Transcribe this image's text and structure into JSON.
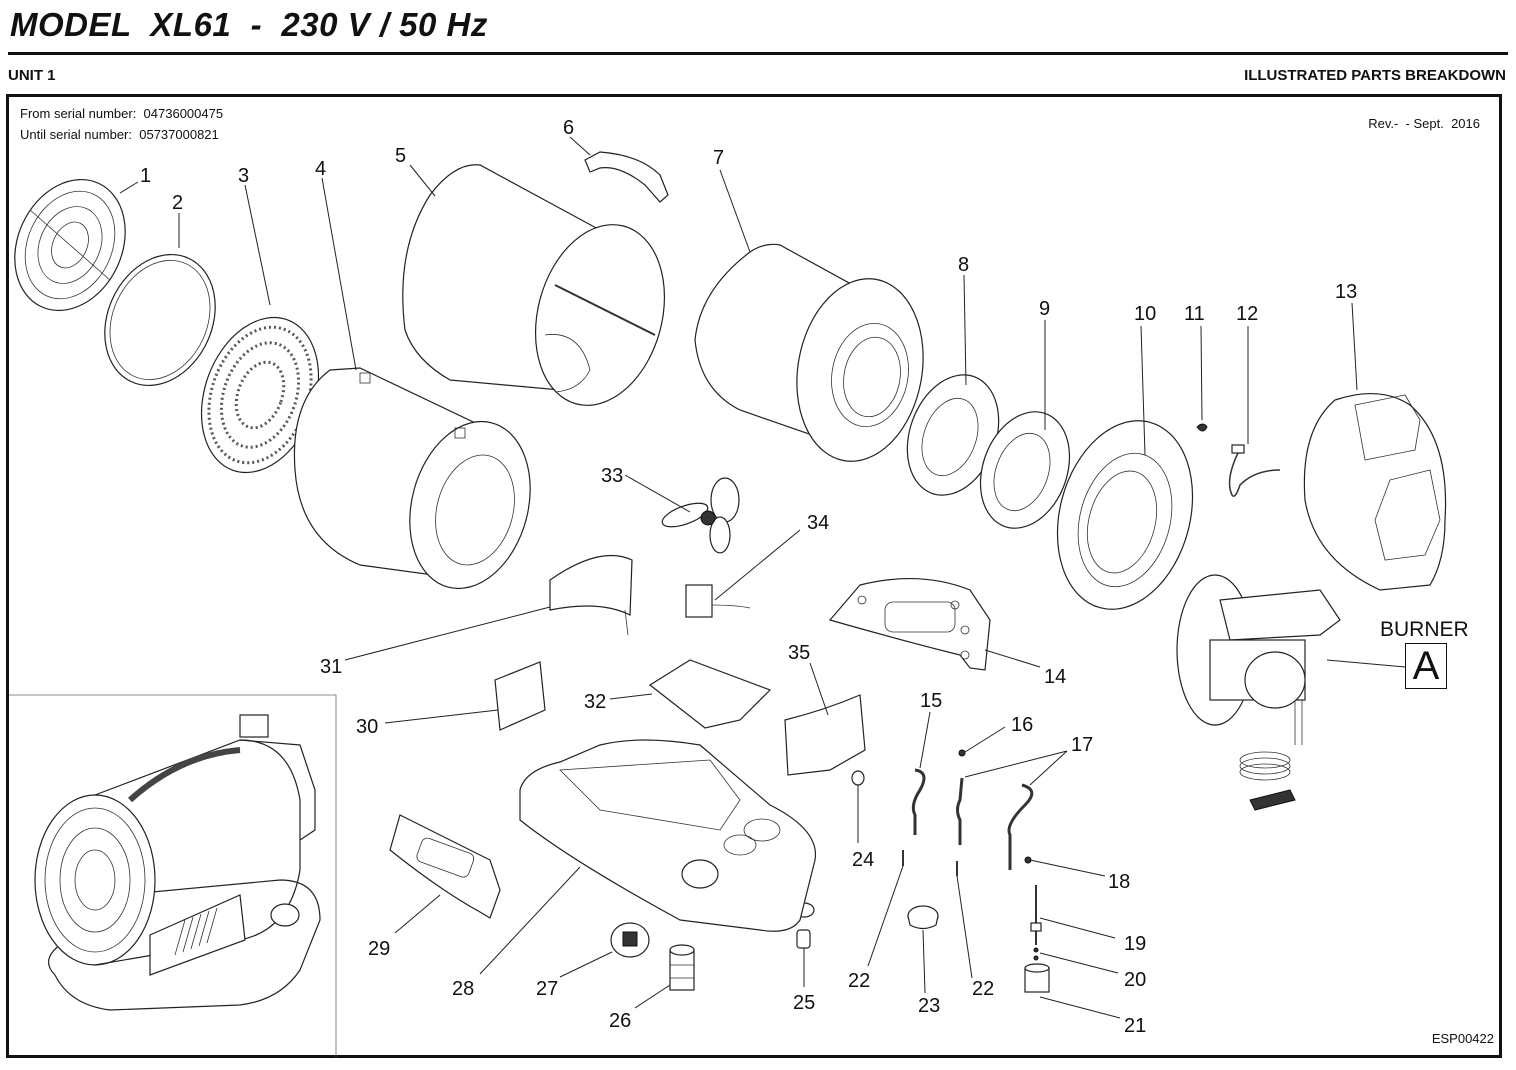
{
  "header": {
    "title": "MODEL  XL61  -  230 V / 50 Hz",
    "unit": "UNIT 1",
    "section": "ILLUSTRATED PARTS BREAKDOWN"
  },
  "sheet": {
    "serial_from_label": "From serial number:",
    "serial_from": "04736000475",
    "serial_until_label": "Until serial number:",
    "serial_until": "05737000821",
    "revision": "Rev.-  - Sept.  2016",
    "drawing_code": "ESP00422"
  },
  "burner": {
    "label": "BURNER",
    "reference": "A"
  },
  "callouts": [
    "1",
    "2",
    "3",
    "4",
    "5",
    "6",
    "7",
    "8",
    "9",
    "10",
    "11",
    "12",
    "13",
    "14",
    "15",
    "16",
    "17",
    "18",
    "19",
    "20",
    "21",
    "22",
    "22",
    "23",
    "24",
    "25",
    "26",
    "27",
    "28",
    "29",
    "30",
    "31",
    "32",
    "33",
    "34",
    "35"
  ]
}
